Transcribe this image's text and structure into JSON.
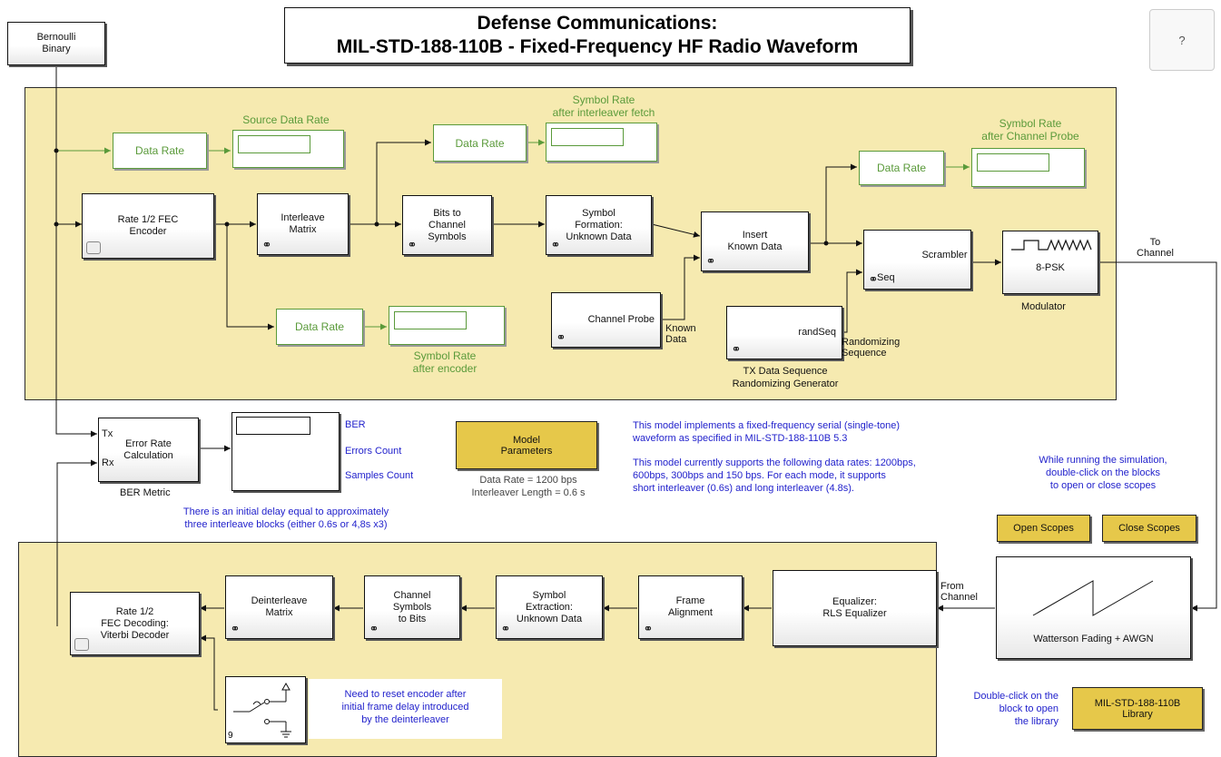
{
  "title": {
    "line1": "Defense Communications:",
    "line2": "MIL-STD-188-110B - Fixed-Frequency HF Radio Waveform"
  },
  "help_button": "?",
  "blocks": {
    "bernoulli": "Bernoulli\nBinary",
    "fec_encoder": "Rate 1/2 FEC\nEncoder",
    "interleave": "Interleave\nMatrix",
    "bits_to_symbols": "Bits to\nChannel\nSymbols",
    "symbol_formation": "Symbol\nFormation:\nUnknown Data",
    "insert_known": "Insert\nKnown Data",
    "scrambler": "Scrambler",
    "scrambler_port": "Seq",
    "modulator_label": "8-PSK",
    "modulator_caption": "Modulator",
    "channel_probe": "Channel Probe",
    "channel_probe_port": "Known\nData",
    "randseq": "randSeq",
    "randseq_port": "Randomizing\nSequence",
    "tx_randomizer_caption": "TX Data Sequence\nRandomizing Generator",
    "to_channel": "To\nChannel",
    "error_rate": "Error Rate\nCalculation",
    "error_tx": "Tx",
    "error_rx": "Rx",
    "ber_metric": "BER Metric",
    "fec_decoder": "Rate 1/2\nFEC Decoding:\nViterbi Decoder",
    "deinterleave": "Deinterleave\nMatrix",
    "symbols_to_bits": "Channel\nSymbols\nto Bits",
    "symbol_extraction": "Symbol\nExtraction:\nUnknown Data",
    "frame_alignment": "Frame\nAlignment",
    "equalizer": "Equalizer:\nRLS Equalizer",
    "from_channel": "From\nChannel",
    "fading": "Watterson Fading + AWGN",
    "switch_port": "9"
  },
  "data_rate_blocks": [
    {
      "label": "Data Rate",
      "caption": "Source Data Rate"
    },
    {
      "label": "Data Rate",
      "caption": "Symbol Rate\nafter interleaver fetch"
    },
    {
      "label": "Data Rate",
      "caption": "Symbol Rate\nafter Channel Probe"
    },
    {
      "label": "Data Rate",
      "caption": "Symbol Rate\nafter encoder"
    }
  ],
  "ber_display": {
    "labels": [
      "BER",
      "Errors Count",
      "Samples Count"
    ]
  },
  "model_params": {
    "button": "Model\nParameters",
    "line1": "Data Rate = 1200 bps",
    "line2": "Interleaver Length = 0.6 s"
  },
  "notes": {
    "delay": "There is an initial delay equal to approximately\nthree interleave blocks (either 0.6s or 4,8s x3)",
    "description1": "This model implements a fixed-frequency serial (single-tone)\nwaveform as specified in MIL-STD-188-110B 5.3",
    "description2": "This model currently supports the following data rates: 1200bps,\n600bps, 300bps and 150 bps. For each mode, it supports\nshort interleaver (0.6s) and long interleaver (4.8s).",
    "scopes_hint": "While running the simulation,\ndouble-click on the blocks\nto open or close scopes",
    "reset_note": "Need to reset encoder after\ninitial frame delay introduced\nby the deinterleaver",
    "library_hint": "Double-click on the\nblock to open\nthe library"
  },
  "buttons": {
    "open_scopes": "Open Scopes",
    "close_scopes": "Close Scopes",
    "library": "MIL-STD-188-110B\nLibrary"
  },
  "colors": {
    "area_fill": "#f6eab0",
    "button_fill": "#e6c84a",
    "green": "#5a9a3a",
    "blue_text": "#2222cc"
  }
}
